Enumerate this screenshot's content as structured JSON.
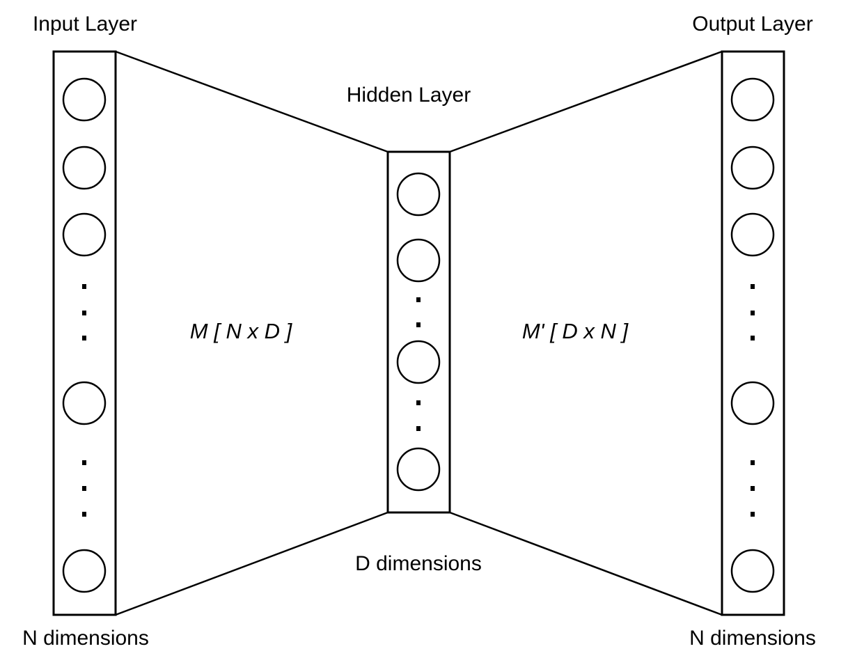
{
  "diagram": {
    "input_layer": {
      "title": "Input Layer",
      "dimension_label": "N dimensions"
    },
    "hidden_layer": {
      "title": "Hidden Layer",
      "dimension_label": "D dimensions"
    },
    "output_layer": {
      "title": "Output Layer",
      "dimension_label": "N dimensions"
    },
    "encoder_matrix": "M [ N x D ]",
    "decoder_matrix": "M' [ D x N ]",
    "colors": {
      "stroke": "#000000",
      "background": "#ffffff"
    }
  }
}
